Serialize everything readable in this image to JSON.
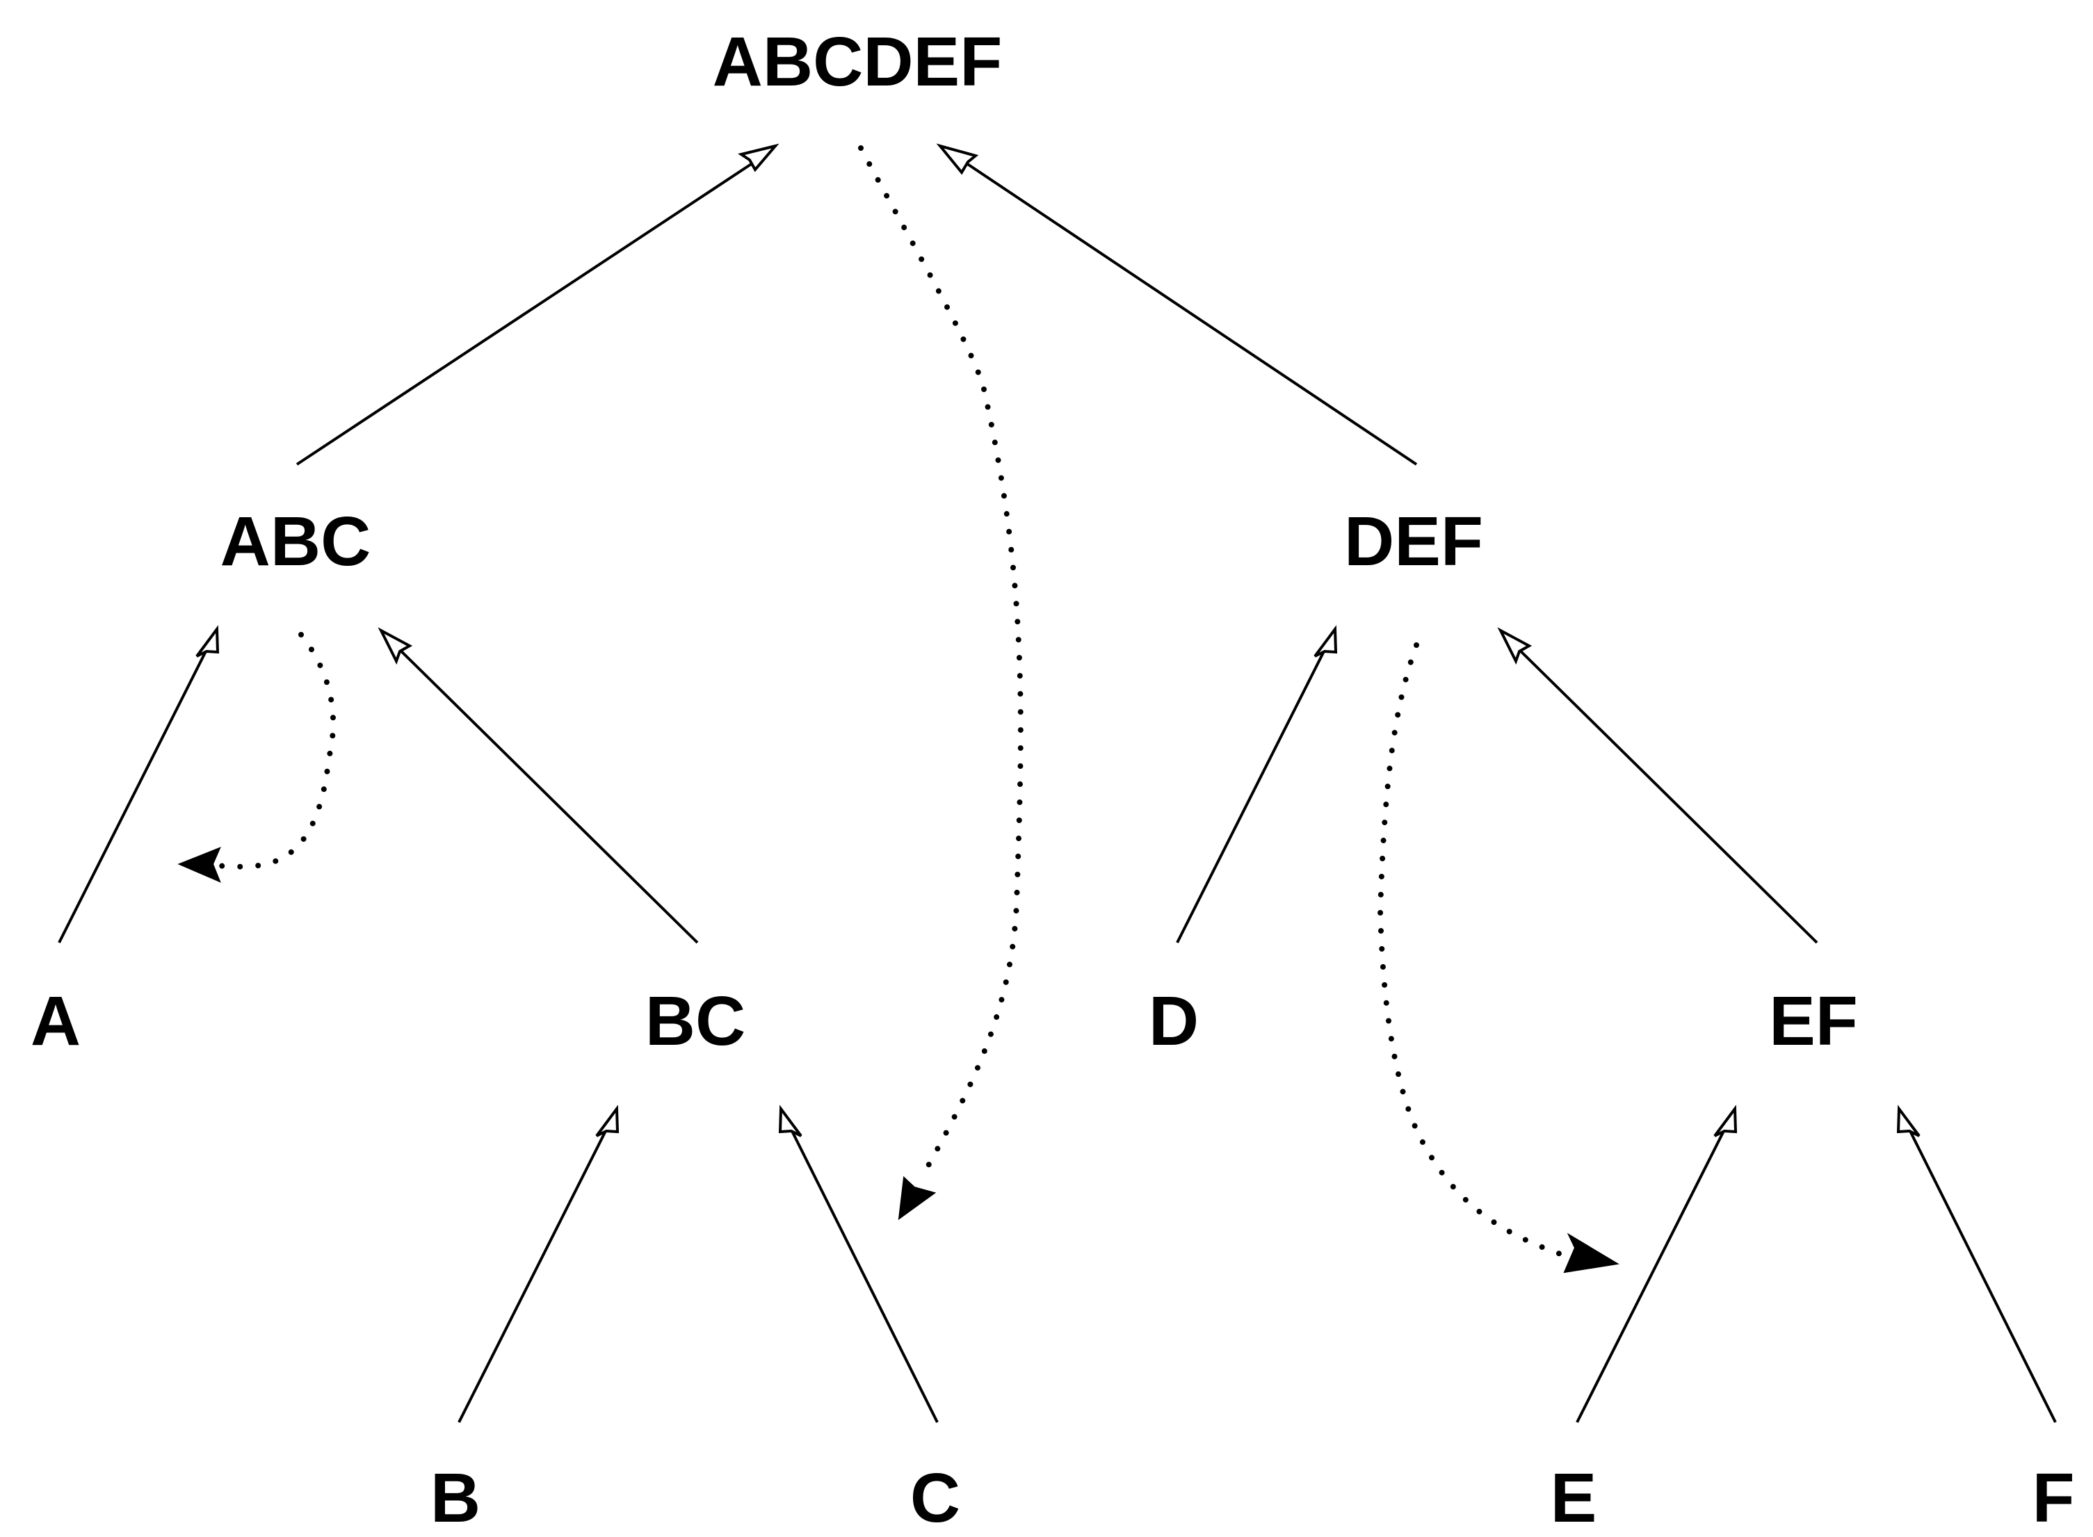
{
  "diagram": {
    "nodes": {
      "abcdef": "ABCDEF",
      "abc": "ABC",
      "def": "DEF",
      "a": "A",
      "bc": "BC",
      "d": "D",
      "ef": "EF",
      "b": "B",
      "c": "C",
      "e": "E",
      "f": "F"
    },
    "edges": [
      {
        "from": "ABC",
        "to": "ABCDEF",
        "style": "solid"
      },
      {
        "from": "DEF",
        "to": "ABCDEF",
        "style": "solid"
      },
      {
        "from": "A",
        "to": "ABC",
        "style": "solid"
      },
      {
        "from": "BC",
        "to": "ABC",
        "style": "solid"
      },
      {
        "from": "D",
        "to": "DEF",
        "style": "solid"
      },
      {
        "from": "EF",
        "to": "DEF",
        "style": "solid"
      },
      {
        "from": "B",
        "to": "BC",
        "style": "solid"
      },
      {
        "from": "C",
        "to": "BC",
        "style": "solid"
      },
      {
        "from": "E",
        "to": "EF",
        "style": "solid"
      },
      {
        "from": "F",
        "to": "EF",
        "style": "solid"
      },
      {
        "from": "ABCDEF",
        "to": "C",
        "style": "dotted"
      },
      {
        "from": "ABC",
        "to": "A",
        "style": "dotted"
      },
      {
        "from": "DEF",
        "to": "E",
        "style": "dotted"
      }
    ],
    "colors": {
      "line": "#000000",
      "background": "#ffffff"
    }
  }
}
